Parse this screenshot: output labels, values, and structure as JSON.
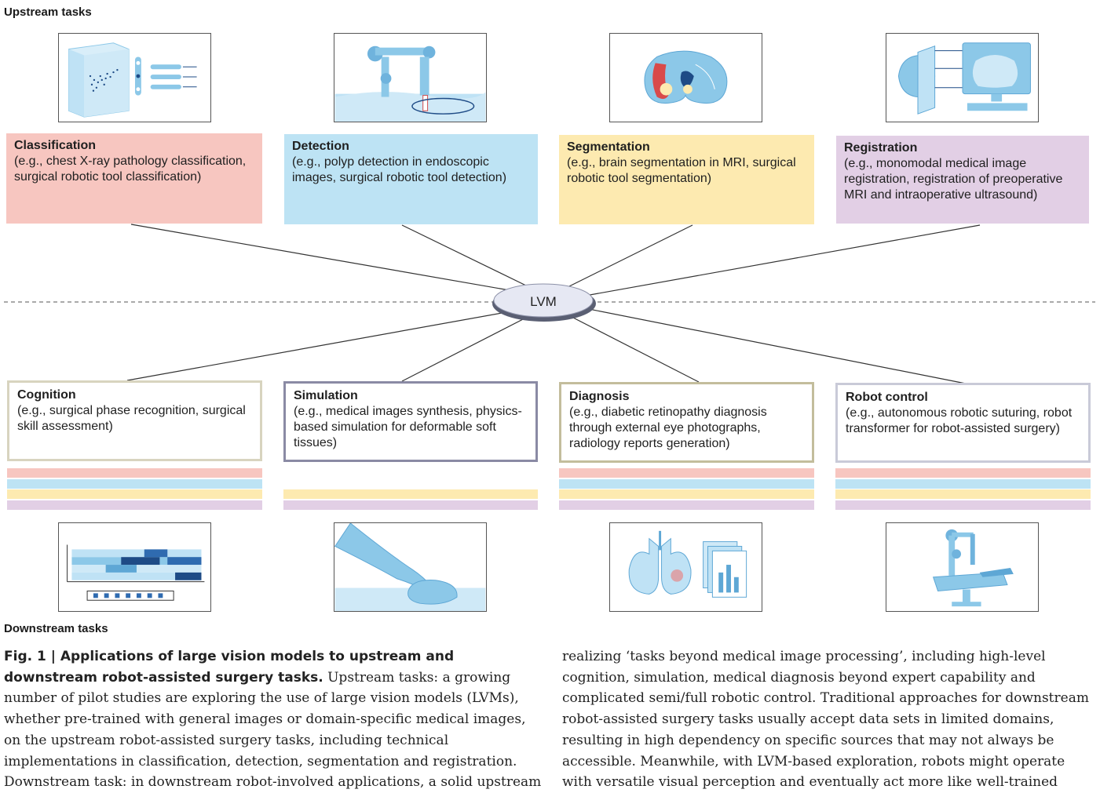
{
  "labels": {
    "upstream": "Upstream tasks",
    "downstream": "Downstream tasks",
    "center": "LVM"
  },
  "upstream": [
    {
      "title": "Classification",
      "desc": "(e.g., chest X-ray pathology classification, surgical robotic tool classification)",
      "color": "#f7c6c0"
    },
    {
      "title": "Detection",
      "desc": "(e.g., polyp detection in endoscopic images, surgical robotic tool detection)",
      "color": "#bde3f4"
    },
    {
      "title": "Segmentation",
      "desc": "(e.g., brain segmentation in MRI, surgical robotic tool segmentation)",
      "color": "#fdeab0"
    },
    {
      "title": "Registration",
      "desc": "(e.g., monomodal medical image registration, registration of preoperative MRI and intraoperative ultrasound)",
      "color": "#e2cfe5"
    }
  ],
  "downstream": [
    {
      "title": "Cognition",
      "desc": "(e.g., surgical phase recognition, surgical skill assessment)",
      "border": "#d8d4bf"
    },
    {
      "title": "Simulation",
      "desc": "(e.g., medical images synthesis, physics-based simulation for deformable soft tissues)",
      "border": "#8a8aa4"
    },
    {
      "title": "Diagnosis",
      "desc": "(e.g., diabetic retinopathy diagnosis through external eye photographs, radiology reports generation)",
      "border": "#c3bd9c"
    },
    {
      "title": "Robot control",
      "desc": "(e.g., autonomous robotic suturing, robot transformer for robot-assisted surgery)",
      "border": "#c9cad8"
    }
  ],
  "stripe_colors": {
    "red": "#f7c6c0",
    "blue": "#bde3f4",
    "yellow": "#fdeab0",
    "purple": "#e2cfe5"
  },
  "icons": {
    "classification": "scatter-3d-neural-network-icon",
    "detection": "robotic-arm-tool-icon",
    "segmentation": "brain-slice-segmentation-icon",
    "registration": "brain-to-monitor-registration-icon",
    "cognition": "phase-timeline-heatmap-icon",
    "simulation": "finger-pressing-soft-tissue-icon",
    "diagnosis": "lungs-and-scan-stack-icon",
    "robot_control": "surgical-robot-table-icon"
  },
  "caption": {
    "fig_label": "Fig. 1 | Applications of large vision models to upstream and downstream robot-assisted surgery tasks.",
    "left_text": " Upstream tasks: a growing number of pilot studies are exploring the use of large vision models (LVMs), whether pre-trained with general images or domain-specific medical images, on the upstream robot-assisted surgery tasks, including technical implementations in classification, detection, segmentation and registration. Downstream task: in downstream robot-involved applications, a solid upstream implementation paves the way for",
    "right_text": "realizing ‘tasks beyond medical image processing’, including high-level cognition, simulation, medical diagnosis beyond expert capability and complicated semi/full robotic control. Traditional approaches for downstream robot-assisted surgery tasks usually accept data sets in limited domains, resulting in high dependency on specific sources that may not always be accessible. Meanwhile, with LVM-based exploration, robots might operate with versatile visual perception and eventually act more like well-trained health-care professionals."
  }
}
